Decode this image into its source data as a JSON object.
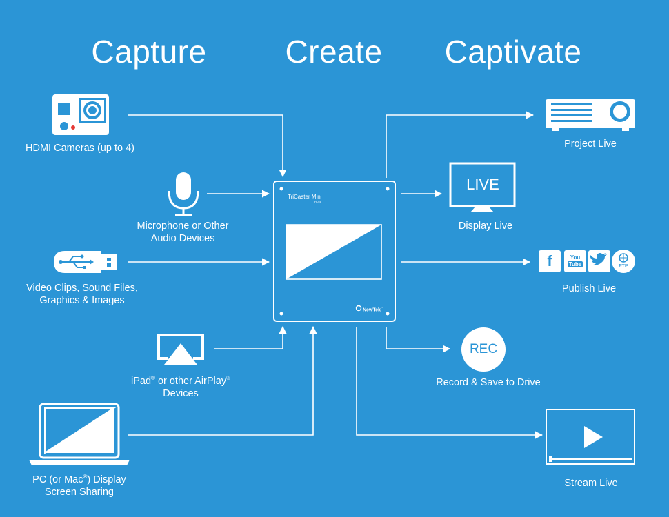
{
  "headings": {
    "capture": "Capture",
    "create": "Create",
    "captivate": "Captivate"
  },
  "inputs": {
    "hdmi_cameras": {
      "label": "HDMI Cameras (up to 4)",
      "icon": "action-camera-icon"
    },
    "microphone": {
      "line1": "Microphone or Other",
      "line2": "Audio Devices",
      "icon": "microphone-icon"
    },
    "usb": {
      "line1": "Video Clips, Sound Files,",
      "line2": "Graphics & Images",
      "icon": "usb-drive-icon"
    },
    "airplay": {
      "line1_a": "iPad",
      "line1_b": " or other AirPlay",
      "line2": "Devices",
      "registered": "®",
      "icon": "airplay-icon"
    },
    "pc": {
      "line1_a": "PC (or Mac",
      "line1_b": ") Display",
      "line2": "Screen Sharing",
      "registered": "®",
      "icon": "laptop-icon"
    }
  },
  "device": {
    "name": "TriCaster Mini",
    "model": "HD-4",
    "brand": "NewTek",
    "trademark": "™"
  },
  "outputs": {
    "project": {
      "label": "Project Live",
      "icon": "projector-icon"
    },
    "display": {
      "label": "Display Live",
      "screen_text": "LIVE",
      "icon": "monitor-icon"
    },
    "publish": {
      "label": "Publish Live",
      "services": {
        "facebook": "f",
        "youtube_top": "You",
        "youtube_bottom": "Tube",
        "ftp": "FTP"
      }
    },
    "record": {
      "label": "Record & Save to Drive",
      "button_text": "REC",
      "icon": "record-icon"
    },
    "stream": {
      "label": "Stream Live",
      "icon": "video-player-icon"
    }
  },
  "colors": {
    "background": "#2b95d6",
    "foreground": "#ffffff",
    "record_dot": "#e53935"
  }
}
